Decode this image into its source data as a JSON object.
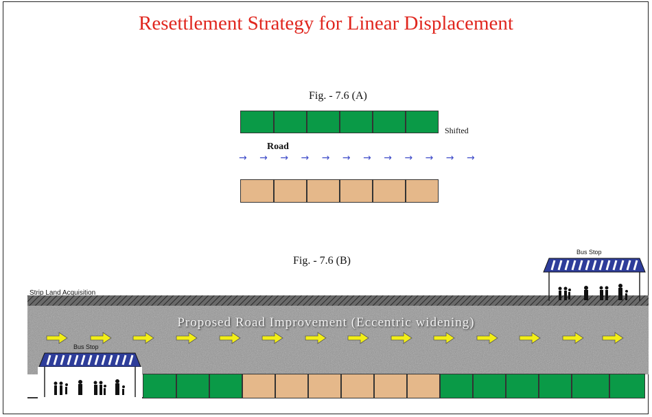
{
  "title": "Resettlement Strategy for Linear Displacement",
  "fig_a": {
    "label": "Fig. - 7.6 (A)",
    "shifted_label": "Shifted",
    "road_label": "Road",
    "arrows": "→ → → → → → → → → → → →"
  },
  "fig_b": {
    "label": "Fig. - 7.6 (B)",
    "strip_label": "Strip Land Acquisition",
    "road_text": "Proposed Road Improvement (Eccentric widening)",
    "bus_stop_right": "Bus Stop",
    "bus_stop_left": "Bus Stop"
  },
  "colors": {
    "title": "#e0261e",
    "green": "#0a9a47",
    "tan": "#e5b88a",
    "arrow_blue": "#3f4cc9",
    "arrow_yellow": "#f2ee16"
  }
}
